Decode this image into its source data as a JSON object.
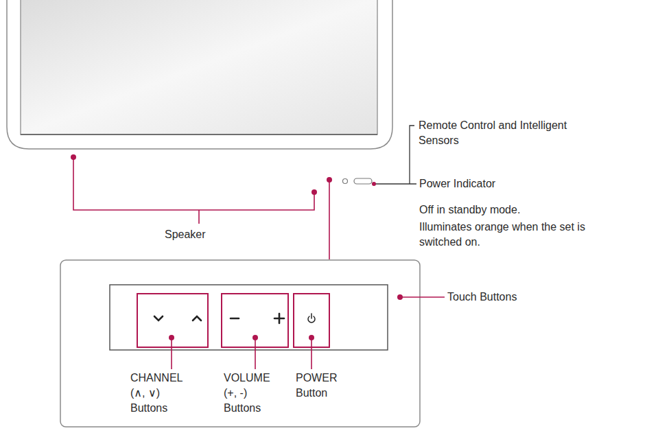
{
  "diagram": {
    "labels": [
      "Remote Control and Intelligent Sensors",
      "Power Indicator",
      "Off in standby mode.",
      "Illuminates orange when the set is switched on.",
      "Speaker",
      "Touch Buttons",
      "CHANNEL (∧, ∨) Buttons",
      "VOLUME (+, -) Buttons",
      "POWER Button"
    ]
  }
}
